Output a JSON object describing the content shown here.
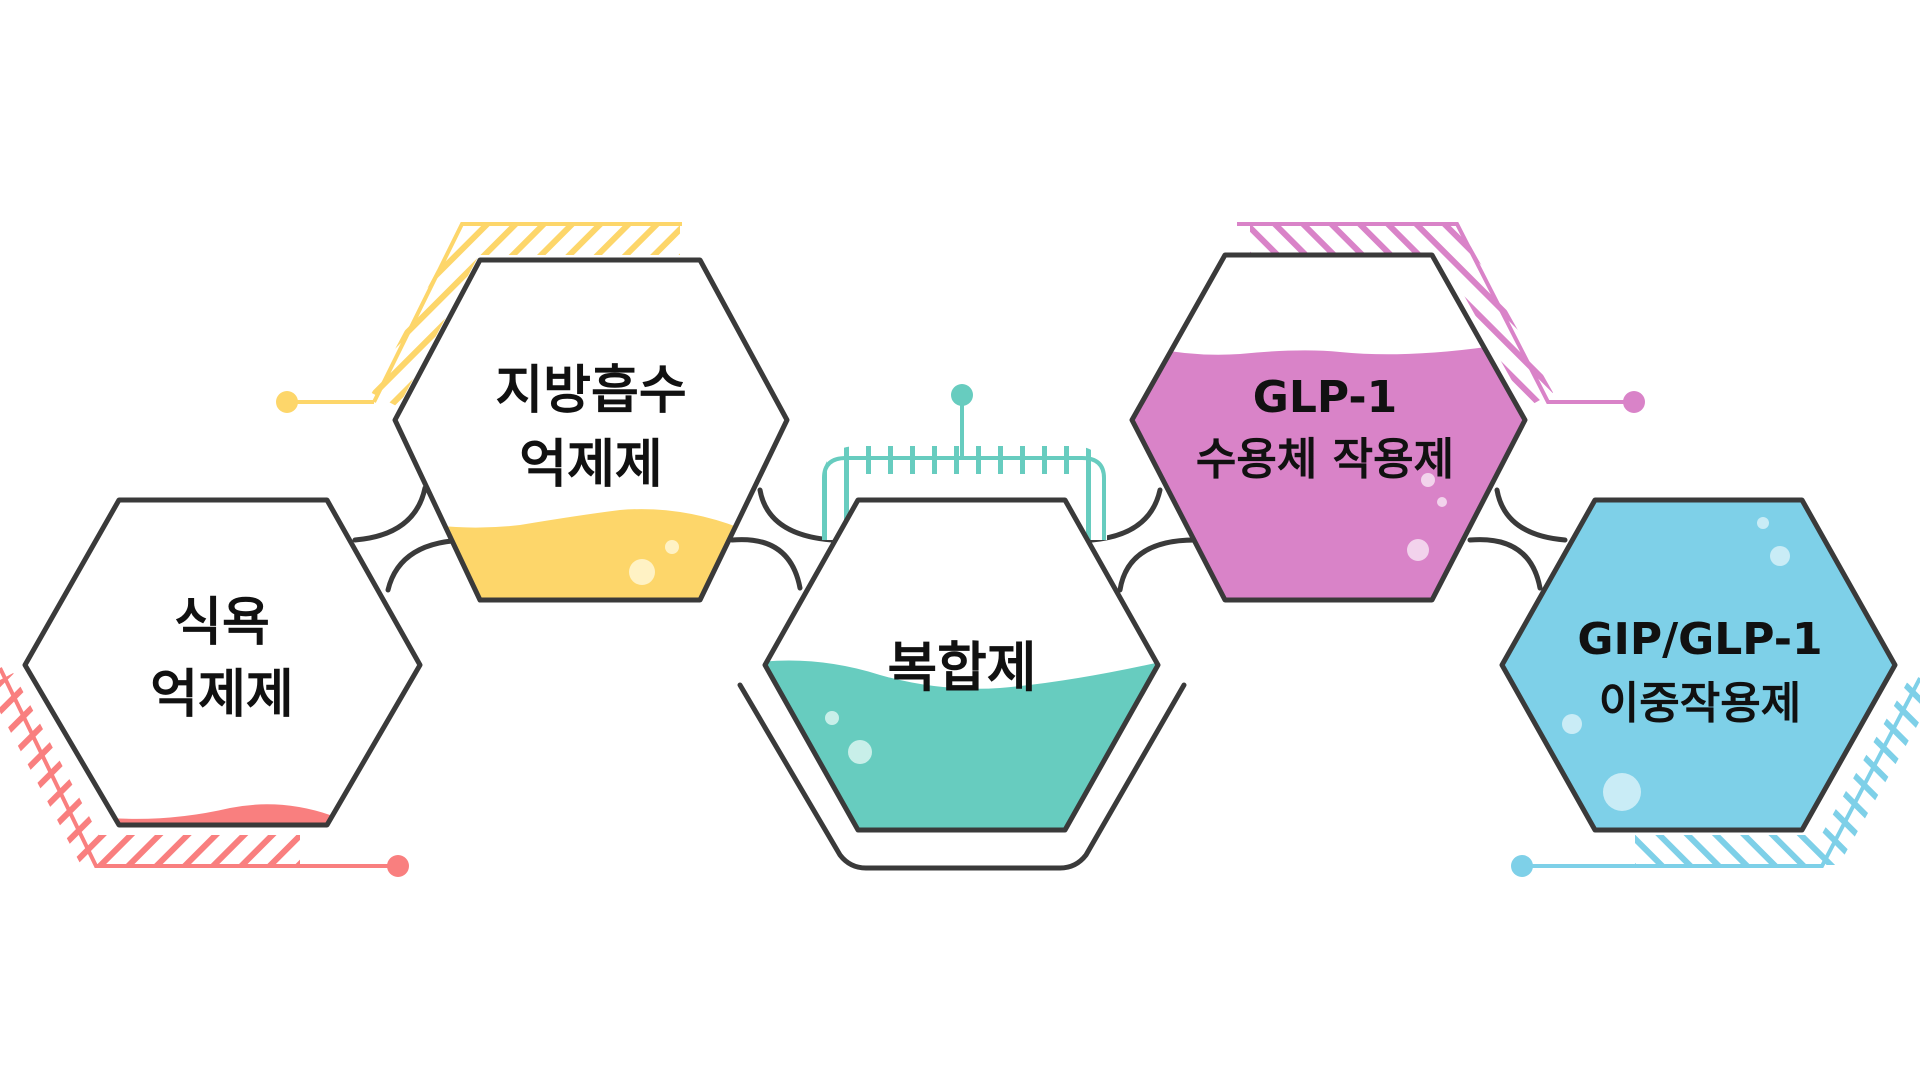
{
  "diagram": {
    "nodes": [
      {
        "id": "appetite",
        "lines": [
          "식욕",
          "억제제"
        ],
        "color": "#F97F7F",
        "fill_level": 0.06
      },
      {
        "id": "fat-absorption",
        "lines": [
          "지방흡수",
          "억제제"
        ],
        "color": "#FDD66A",
        "fill_level": 0.3
      },
      {
        "id": "combination",
        "lines": [
          "복합제"
        ],
        "color": "#67CCBF",
        "fill_level": 0.5
      },
      {
        "id": "glp1",
        "lines": [
          "GLP-1",
          "수용체 작용제"
        ],
        "color": "#D983C8",
        "fill_level": 0.75
      },
      {
        "id": "gip-glp1",
        "lines": [
          "GIP/GLP-1",
          "이중작용제"
        ],
        "color": "#7ED0E8",
        "fill_level": 1.0
      }
    ],
    "outline_color": "#3A3A3A"
  }
}
